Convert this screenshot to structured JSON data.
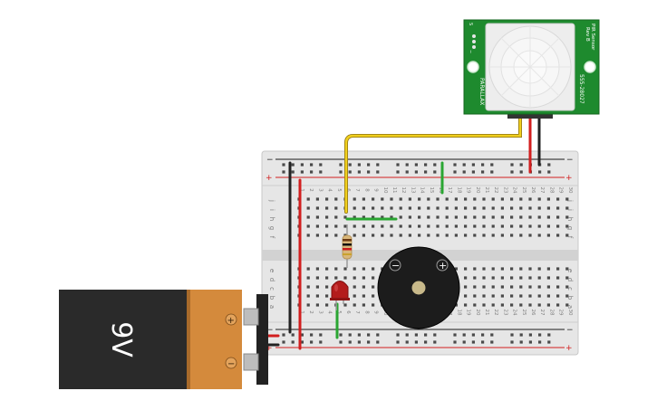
{
  "battery": {
    "label": "9V",
    "plus": "+",
    "minus": "−"
  },
  "pir_sensor": {
    "title_line1": "PIR Sensor",
    "title_line2": "Rev B",
    "part_number": "555-28027",
    "brand": "PARALLAX",
    "pin_labels": [
      "S",
      "+",
      "−"
    ]
  },
  "breadboard": {
    "rail_plus": "+",
    "rail_minus": "−",
    "row_letters_top": [
      "j",
      "i",
      "h",
      "g",
      "f"
    ],
    "row_letters_bottom": [
      "e",
      "d",
      "c",
      "b",
      "a"
    ],
    "column_numbers": [
      "1",
      "2",
      "3",
      "4",
      "5",
      "6",
      "7",
      "8",
      "9",
      "10",
      "11",
      "12",
      "13",
      "14",
      "15",
      "16",
      "17",
      "18",
      "19",
      "20",
      "21",
      "22",
      "23",
      "24",
      "25",
      "26",
      "27",
      "28",
      "29",
      "30"
    ]
  },
  "buzzer": {
    "minus": "−",
    "plus": "+"
  },
  "colors": {
    "battery_body": "#2a2a2a",
    "battery_cap": "#d48a3c",
    "pir_board": "#1e8a2e",
    "wire_red": "#d21e1e",
    "wire_black": "#222222",
    "wire_green": "#2aa632",
    "wire_yellow": "#e8c21a",
    "led": "#b31c1c",
    "breadboard": "#e9e9e9"
  }
}
